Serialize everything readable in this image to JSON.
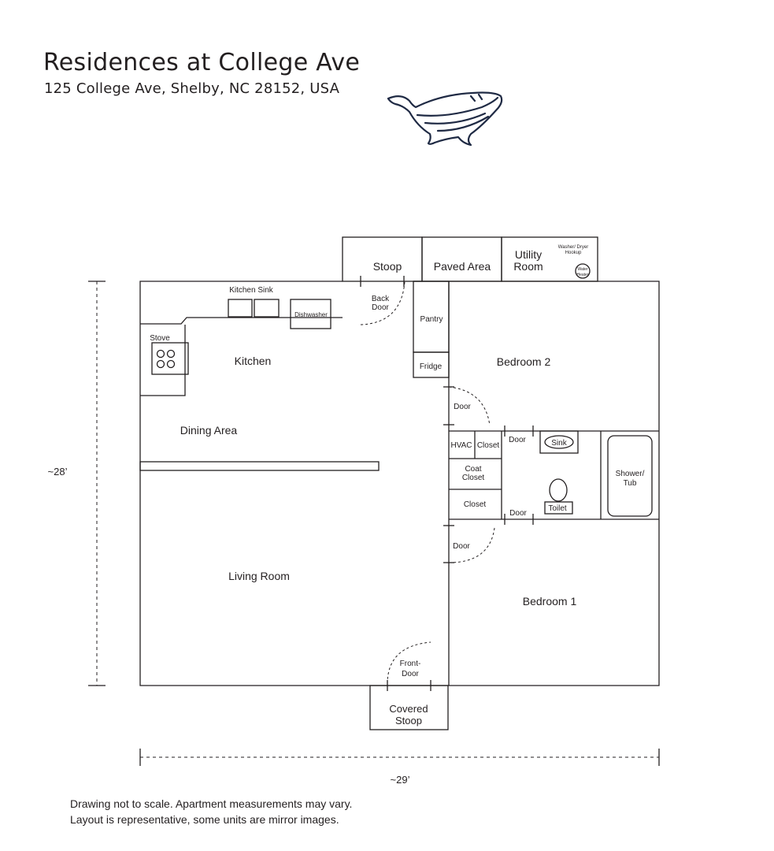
{
  "header": {
    "title": "Residences at College Ave",
    "address": "125 College Ave, Shelby, NC 28152, USA",
    "logo_icon": "whale-icon"
  },
  "rooms": {
    "stoop": "Stoop",
    "paved_area": "Paved Area",
    "utility_room_1": "Utility",
    "utility_room_2": "Room",
    "washer_dryer_1": "Washer/ Dryer",
    "washer_dryer_2": "Hookup",
    "water_heater_1": "Water",
    "water_heater_2": "Heater",
    "kitchen_sink": "Kitchen Sink",
    "dishwasher": "Dishwasher",
    "back_door_1": "Back",
    "back_door_2": "Door",
    "pantry": "Pantry",
    "fridge": "Fridge",
    "stove": "Stove",
    "kitchen": "Kitchen",
    "bedroom_2": "Bedroom 2",
    "dining_area": "Dining Area",
    "door_bedroom2": "Door",
    "hvac": "HVAC",
    "closet_hvac": "Closet",
    "door_bath_top": "Door",
    "sink": "Sink",
    "shower_1": "Shower/",
    "shower_2": "Tub",
    "coat_closet_1": "Coat",
    "coat_closet_2": "Closet",
    "closet": "Closet",
    "toilet": "Toilet",
    "door_bath_bottom": "Door",
    "door_bedroom1": "Door",
    "living_room": "Living Room",
    "bedroom_1": "Bedroom 1",
    "front_door_1": "Front-",
    "front_door_2": "Door",
    "covered_stoop_1": "Covered",
    "covered_stoop_2": "Stoop"
  },
  "dimensions": {
    "height": "~28’",
    "width": "~29’"
  },
  "disclaimer": {
    "line1": "Drawing not to scale. Apartment measurements may vary.",
    "line2": "Layout is representative, some units are mirror images."
  }
}
